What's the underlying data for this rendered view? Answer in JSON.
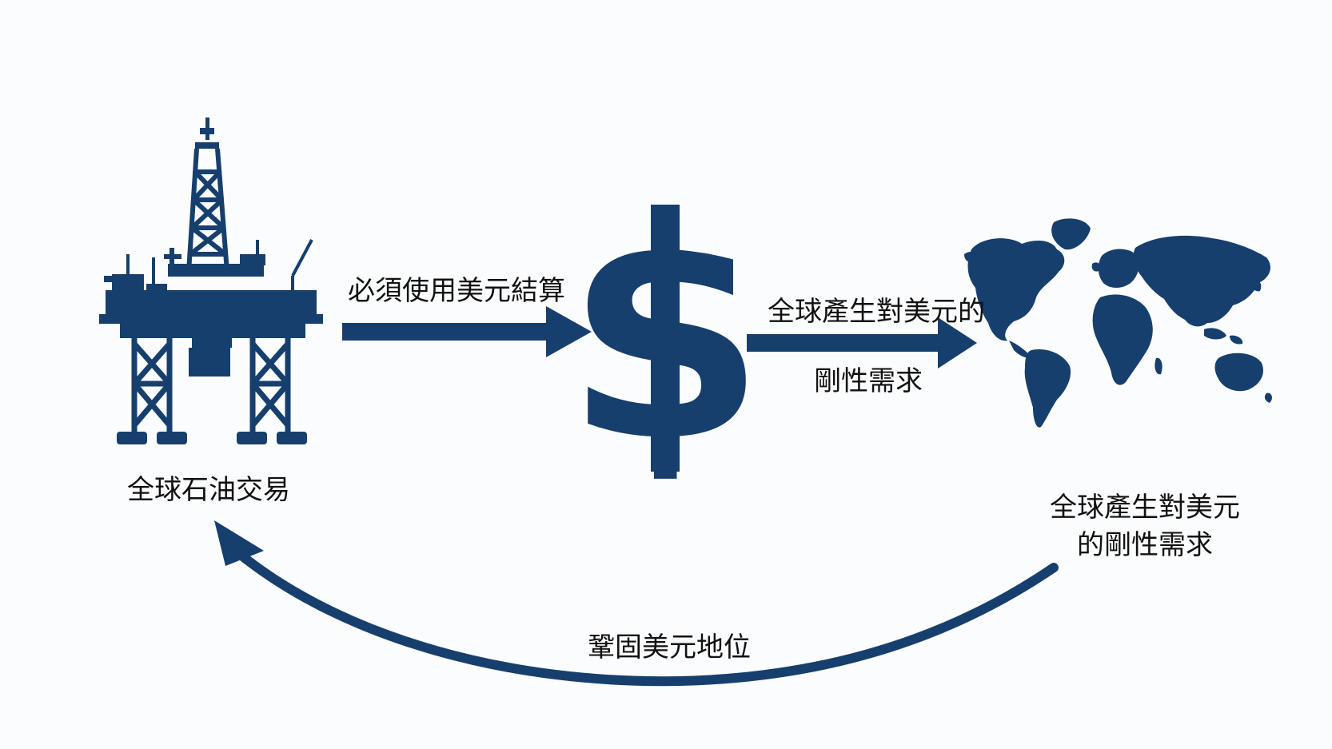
{
  "colors": {
    "primary": "#163f6e",
    "background": "#fbfcfd",
    "text": "#111111"
  },
  "icons": {
    "oil": "oil-platform-icon",
    "dollar": "dollar-sign-icon",
    "world": "world-map-icon"
  },
  "labels": {
    "oil_trade": "全球石油交易",
    "must_settle_usd": "必須使用美元結算",
    "arrow2_line1": "全球產生對美元的",
    "arrow2_line2": "剛性需求",
    "world_line1": "全球產生對美元",
    "world_line2": "的剛性需求",
    "consolidate": "鞏固美元地位",
    "dollar_glyph": "$"
  }
}
